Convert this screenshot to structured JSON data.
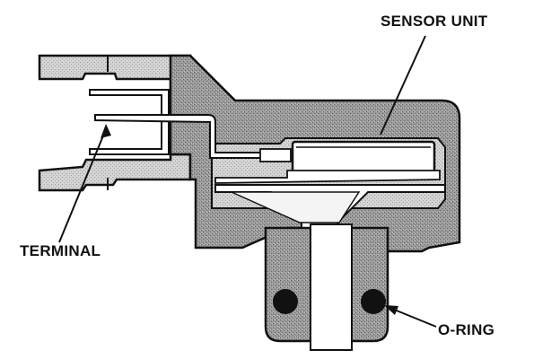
{
  "labels": {
    "sensor_unit": "SENSOR UNIT",
    "terminal": "TERMINAL",
    "o_ring": "O-RING"
  },
  "colors": {
    "ink": "#111111",
    "body_fill": "#8c8c8c",
    "light_fill": "#e6e6e6",
    "paper": "#ffffff"
  }
}
